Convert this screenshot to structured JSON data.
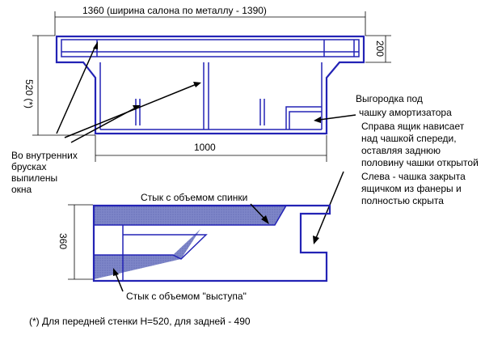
{
  "top_view": {
    "width_label": "1360 (ширина салона по металлу - 1390)",
    "height_label": "200",
    "depth_label": "520 (*)",
    "inner_width_label": "1000"
  },
  "annotations": {
    "cutouts": [
      "Во внутренних",
      "брусках",
      "выпилены",
      "окна"
    ],
    "partition": [
      "Выгородка под",
      "чашку амортизатора"
    ],
    "right_box": [
      "Справа ящик нависает",
      "над чашкой спереди,",
      "оставляя заднюю",
      "половину чашки открытой"
    ],
    "left_box": [
      "Слева - чашка закрыта",
      "ящичком из фанеры и",
      "полностью скрыта"
    ],
    "back_joint": "Стык с объемом спинки",
    "ledge_joint": "Стык с объемом \"выступа\""
  },
  "side_view": {
    "height_label": "360"
  },
  "footnote": "(*) Для передней стенки H=520, для задней - 490"
}
